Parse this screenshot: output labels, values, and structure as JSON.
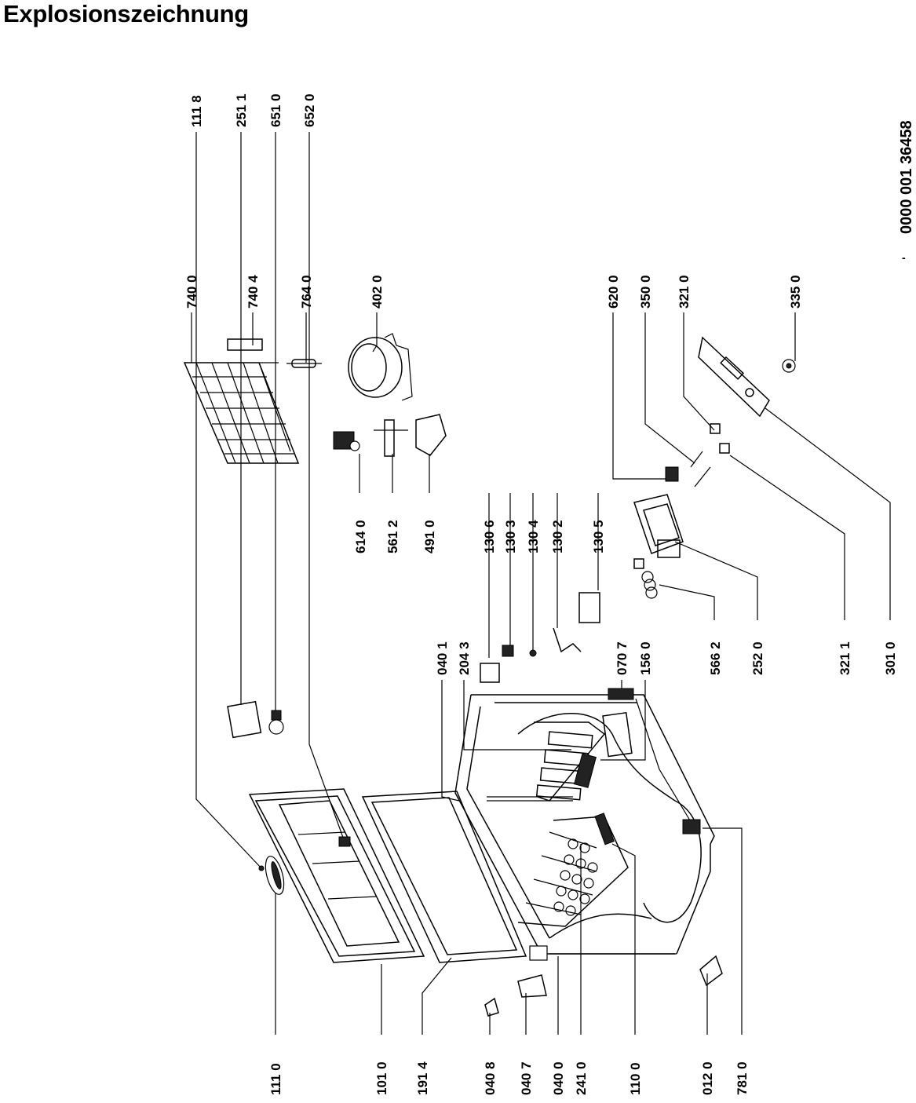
{
  "header": {
    "title": "Explosionszeichnung"
  },
  "doc_number": "0000 001 36458",
  "doc_dash": "-",
  "part_labels": [
    "111 8",
    "251 1",
    "651 0",
    "652 0",
    "740 0",
    "740 4",
    "764 0",
    "402 0",
    "614 0",
    "561 2",
    "491 0",
    "130 6",
    "130 3",
    "130 4",
    "130 2",
    "130 5",
    "040 1",
    "204 3",
    "070 7",
    "156 0",
    "620 0",
    "350 0",
    "321 0",
    "335 0",
    "566 2",
    "252 0",
    "321 1",
    "301 0",
    "111 0",
    "101 0",
    "191 4",
    "040 8",
    "040 7",
    "040 0",
    "241 0",
    "110 0",
    "012 0",
    "781 0"
  ]
}
